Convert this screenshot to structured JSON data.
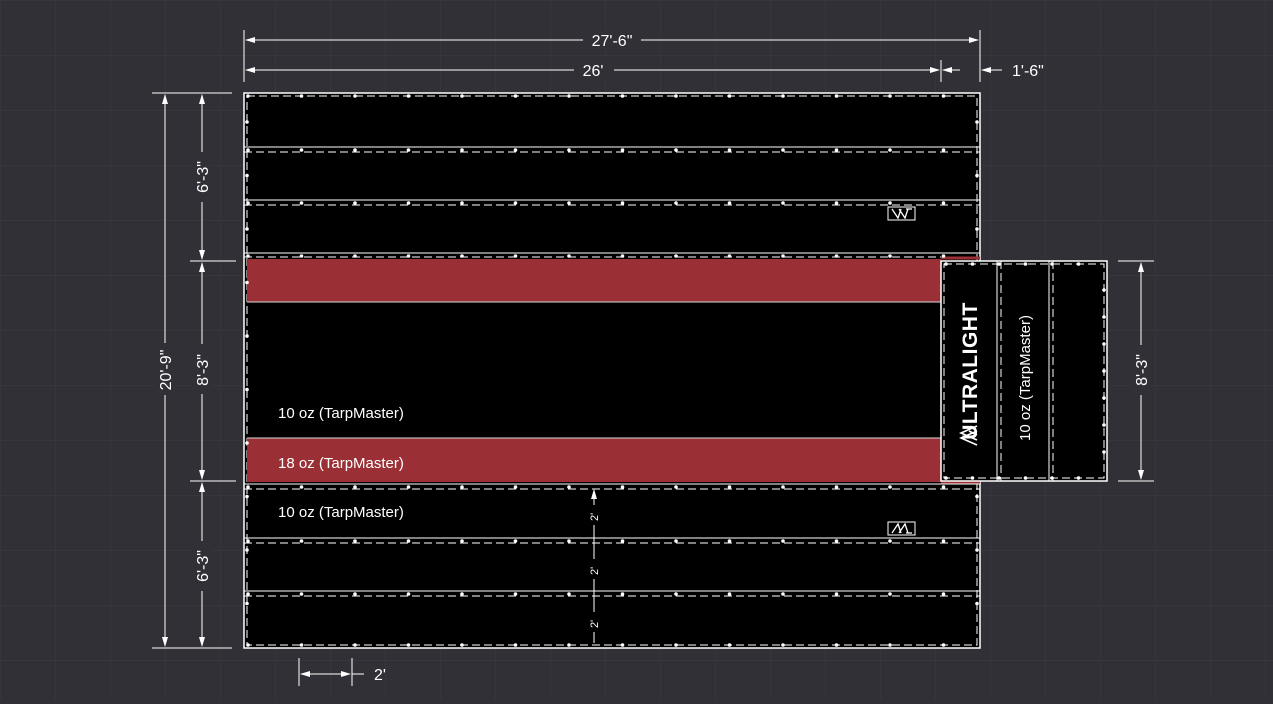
{
  "colors": {
    "background": "#303036",
    "grid": "#3b3b42",
    "panel": "#000000",
    "red_band": "#9a3036",
    "line": "#ffffff"
  },
  "dimensions": {
    "overall_width": "27'-6\"",
    "main_width": "26'",
    "extension_width": "1'-6\"",
    "overall_height": "20'-9\"",
    "top_section": "6'-3\"",
    "middle_section": "8'-3\"",
    "bottom_section": "6'-3\"",
    "side_height": "8'-3\"",
    "panel_spacing": "2'",
    "bottom_spacing": "2'"
  },
  "labels": {
    "mid_material": "10 oz (TarpMaster)",
    "red_material": "18 oz (TarpMaster)",
    "bottom_material": "10 oz (TarpMaster)",
    "side_material": "10 oz (TarpMaster)",
    "brand": "ULTRALIGHT"
  },
  "icons": [
    "ultralight-logo-icon"
  ]
}
